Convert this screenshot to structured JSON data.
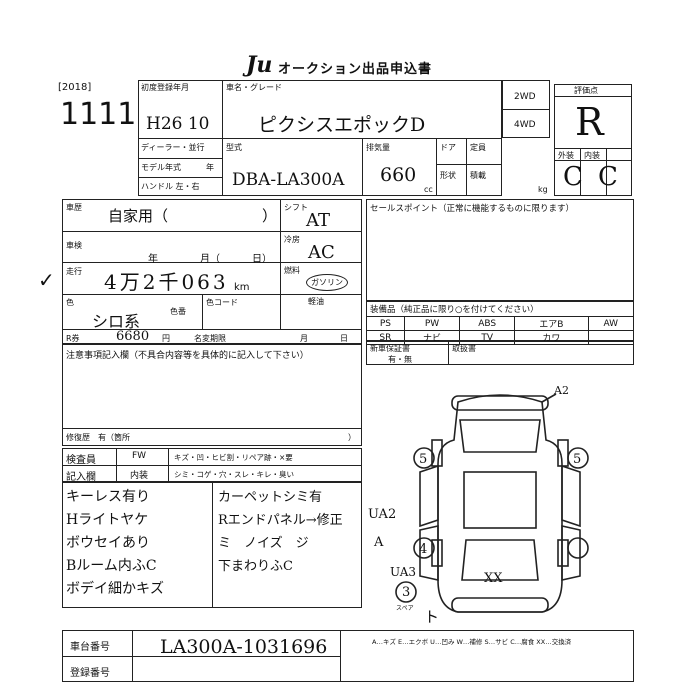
{
  "header": {
    "logo": "Ju",
    "title": "オークション出品申込書",
    "year": "[2018]",
    "lot": "1111"
  },
  "first_reg": {
    "label": "初度登録年月",
    "value": "H26  10"
  },
  "name_grade": {
    "label": "車名・グレード",
    "value": "ピクシスエポックD"
  },
  "drive": {
    "two": "2WD",
    "four": "4WD"
  },
  "score": {
    "label": "評価点",
    "value": "R",
    "ext_label": "外装",
    "int_label": "内装",
    "ext_value": "C",
    "int_value": "C"
  },
  "dealer": {
    "label": "ディーラー・並行",
    "year_label": "モデル年式",
    "year_unit": "年",
    "handle_label": "ハンドル 左・右"
  },
  "model": {
    "label": "型式",
    "value": "DBA-LA300A"
  },
  "displacement": {
    "label": "排気量",
    "value": "660",
    "unit": "cc"
  },
  "door": {
    "label": "ドア",
    "shape_label": "形状"
  },
  "capacity": {
    "label": "定員",
    "load_label": "積載",
    "unit": "kg"
  },
  "history": {
    "label": "車歴",
    "value": "自家用（",
    "close": "）"
  },
  "shift": {
    "label": "シフト",
    "value": "AT"
  },
  "aircon": {
    "label": "冷房",
    "value": "AC"
  },
  "fuel": {
    "label": "燃料",
    "value": "ガソリン",
    "diesel": "軽油"
  },
  "inspection": {
    "label": "車検",
    "year": "年",
    "month": "月（",
    "day": "日）"
  },
  "mileage": {
    "label": "走行",
    "value": "4万2千063",
    "unit": "km"
  },
  "color": {
    "label": "色",
    "value": "シロ系",
    "colorno_label": "色番",
    "colorcode_label": "色コード"
  },
  "recycle": {
    "label": "R券",
    "value": "6680",
    "unit": "円",
    "name_label": "名変期限",
    "month": "月",
    "day": "日"
  },
  "notes": {
    "label": "注意事項記入欄（不具合内容等を具体的に記入して下さい）",
    "repair_label": "修復歴　有（箇所",
    "close": "）"
  },
  "inspector": {
    "label": "検査員",
    "fill_label": "記入欄",
    "fw": "FW",
    "interior": "内装"
  },
  "damage_legend_1": "キズ・凹・ヒビ割・リペア跡・×要",
  "damage_legend_2": "シミ・コゲ・穴・スレ・キレ・臭い",
  "sales_point": {
    "label": "セールスポイント（正常に機能するものに限ります）"
  },
  "equipment": {
    "label": "装備品（純正品に限り○を付けてください）",
    "row1": [
      "PS",
      "PW",
      "ABS",
      "エアB",
      "AW"
    ],
    "row2": [
      "SR",
      "ナビ",
      "TV",
      "カワ",
      ""
    ]
  },
  "new_car_warranty": {
    "label": "新車保証書",
    "value": "有・無",
    "manual_label": "取扱書"
  },
  "left_notes": [
    "キーレス有り",
    "Hライトヤケ",
    "ボウセイあり",
    "Bルーム内ふC",
    "ボデイ細かキズ"
  ],
  "right_notes": [
    "カーペットシミ有",
    "Rエンドパネル→修正",
    "ミ　ノイズ　ジ",
    "下まわりふC"
  ],
  "diagram_marks": {
    "a2": "A2",
    "ua2": "UA2",
    "a_left": "A",
    "ua3": "UA3",
    "xx": "XX",
    "spare": "スペア",
    "t": "ト",
    "five_l": "5",
    "five_r": "5",
    "three": "3",
    "four": "4"
  },
  "chassis": {
    "label": "車台番号",
    "value": "LA300A-1031696",
    "reg_label": "登録番号"
  },
  "legend_bottom": "A…キズ  E…エクボ  U…凹み  W…補修  S…サビ  C…腐食  XX…交換済"
}
